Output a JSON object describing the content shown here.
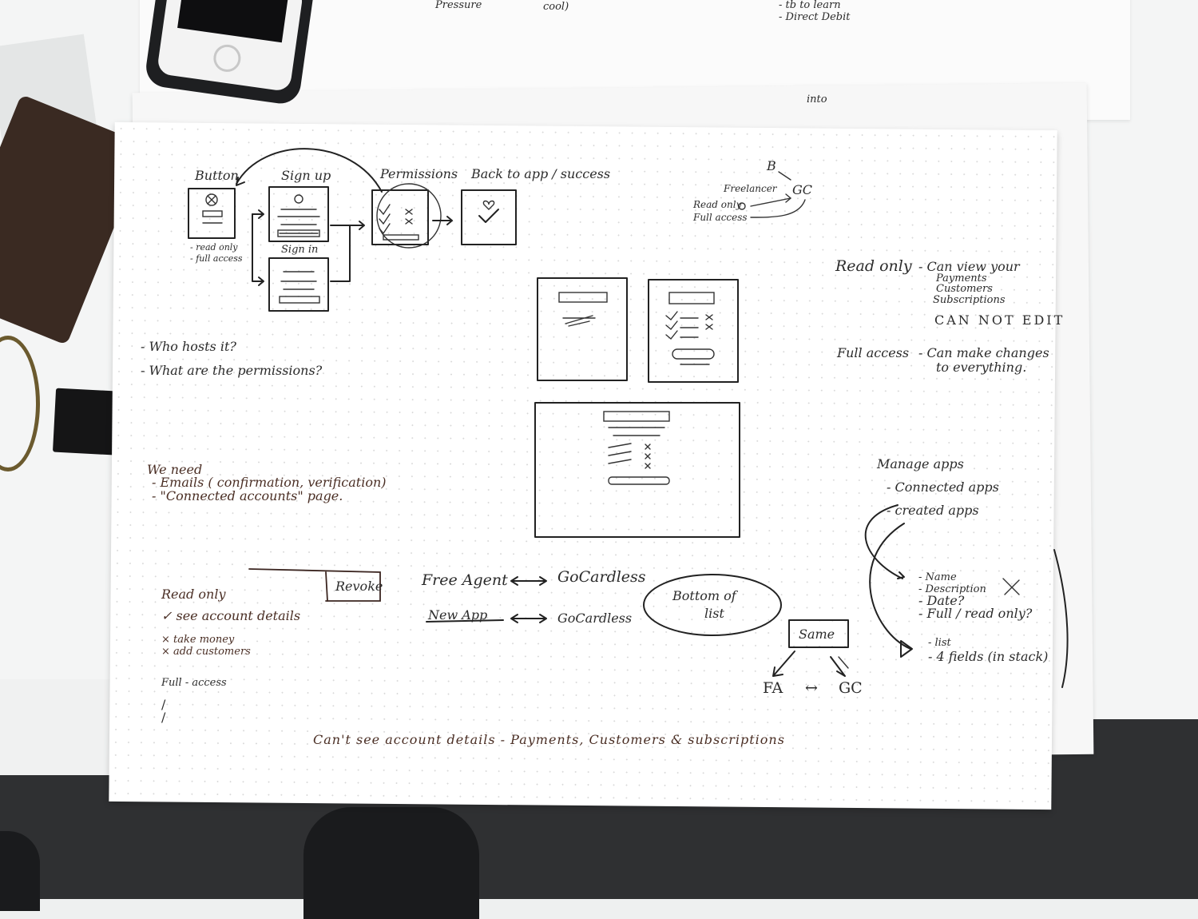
{
  "top_sheet": {
    "pressure": "Pressure",
    "cool": "cool)",
    "to_learn": "- tb to learn",
    "direct_debit": "- Direct Debit",
    "into": "into"
  },
  "flow": {
    "button": "Button",
    "sign_up": "Sign up",
    "permissions": "Permissions",
    "back_to_app": "Back to app / success",
    "sign_in": "Sign in",
    "read_only_note": "- read only",
    "full_access_note": "- full access"
  },
  "roles_diagram": {
    "b": "B",
    "freelancer": "Freelancer",
    "read_only": "Read only",
    "full_access": "Full access",
    "gc": "GC"
  },
  "questions": [
    "- Who hosts it?",
    "- What are the permissions?"
  ],
  "we_need": {
    "title": "We need",
    "items": [
      "- Emails ( confirmation, verification)",
      "- \"Connected accounts\" page."
    ]
  },
  "access_levels": {
    "read_only_label": "Read only",
    "read_only_desc": [
      "- Can view your",
      "Payments",
      "Customers",
      "Subscriptions"
    ],
    "cannot_edit": "CAN NOT EDIT",
    "full_access_label": "Full access",
    "full_access_desc": [
      "- Can make changes",
      "to everything."
    ]
  },
  "manage_apps": {
    "title": "Manage apps",
    "items": [
      "- Connected apps",
      "- created apps"
    ],
    "fields": [
      "- Name",
      "- Description",
      "- Date?",
      "- Full / read only?"
    ],
    "list": [
      "- list",
      "- 4 fields (in stack)"
    ]
  },
  "bottom_left": {
    "read_only": "Read only",
    "revoke": "Revoke",
    "see_account": "✓ see account details",
    "take_money": "× take money",
    "add_customers": "× add customers",
    "full_access": "Full - access"
  },
  "connections": {
    "free_agent": "Free Agent",
    "gocardless_1": "GoCardless",
    "new_app": "New App",
    "gocardless_2": "GoCardless",
    "bottom_of_list": [
      "Bottom of",
      "list"
    ]
  },
  "same_diagram": {
    "same": "Same",
    "fa": "FA",
    "arrow": "↔",
    "gc": "GC"
  },
  "footer_note": "Can't see account details - Payments, Customers & subscriptions"
}
